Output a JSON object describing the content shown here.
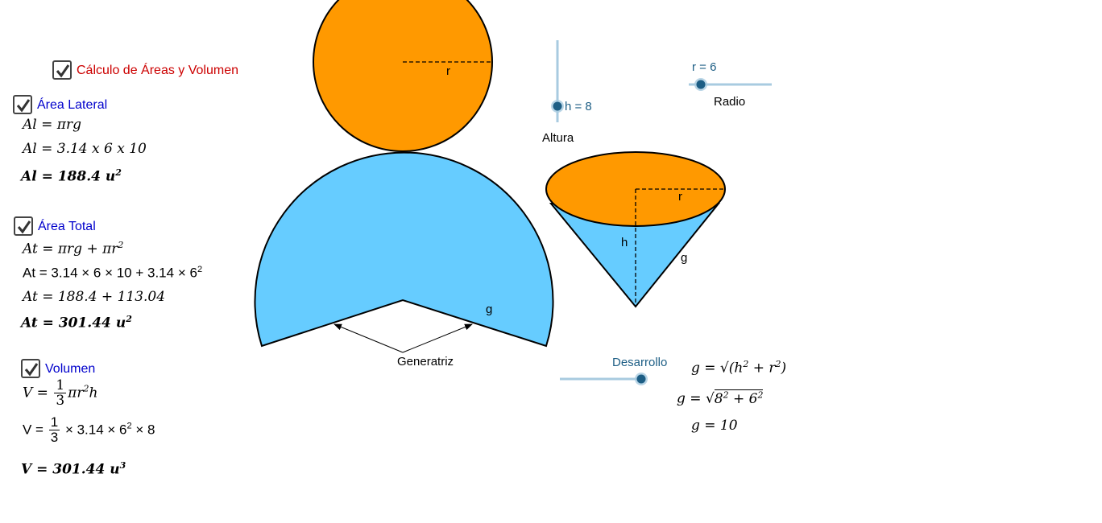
{
  "colors": {
    "orange": "#ff9900",
    "blue": "#66ccff",
    "header_red": "#cc0000",
    "section_blue": "#0000cc",
    "slider_line": "#a8cbe0",
    "slider_knob": "#1d5e85",
    "slider_text": "#1d5e85"
  },
  "header": {
    "label": "Cálculo de Áreas y Volumen",
    "checked": true
  },
  "lateral": {
    "label": "Área Lateral",
    "checked": true,
    "formula": "Al = πrg",
    "substitution": "Al = 3.14 x 6 x 10",
    "result_lhs": "Al = 188.4",
    "result_unit": "u",
    "result_exp": "2"
  },
  "total": {
    "label": "Área Total",
    "checked": true,
    "formula_a": "At = πrg + πr",
    "formula_exp": "2",
    "sub_a": "At = 3.14 × 6 × 10  +  3.14 × 6",
    "sub_exp": "2",
    "partial": "At = 188.4  +  113.04",
    "result_lhs": "At = 301.44",
    "result_unit": "u",
    "result_exp": "2"
  },
  "volume": {
    "label": "Volumen",
    "checked": true,
    "lhs": "V =",
    "num": "1",
    "den": "3",
    "rhs_a": "πr",
    "rhs_exp": "2",
    "rhs_b": "h",
    "sub_lhs": "V =",
    "sub_rhs_a": "× 3.14 × 6",
    "sub_exp": "2",
    "sub_rhs_b": "× 8",
    "result_lhs": "V = 301.44",
    "result_unit": "u",
    "result_exp": "3"
  },
  "drawing": {
    "circle_label": "r",
    "sector_label": "g",
    "generatriz": "Generatriz",
    "cone_r": "r",
    "cone_h": "h",
    "cone_g": "g"
  },
  "sliders": {
    "height": {
      "label": "h = 8",
      "caption": "Altura",
      "value": 8
    },
    "radius": {
      "label": "r = 6",
      "caption": "Radio",
      "value": 6
    },
    "unfold": {
      "label": "Desarrollo"
    }
  },
  "generatrix_formula": {
    "line1_a": "g = √(h",
    "line1_e1": "2",
    "line1_b": " + r",
    "line1_e2": "2",
    "line1_c": ")",
    "line2_a": "g = ",
    "line2_rad_a": "8",
    "line2_e1": "2",
    "line2_rad_b": " + 6",
    "line2_e2": "2",
    "line3": "g = 10"
  }
}
